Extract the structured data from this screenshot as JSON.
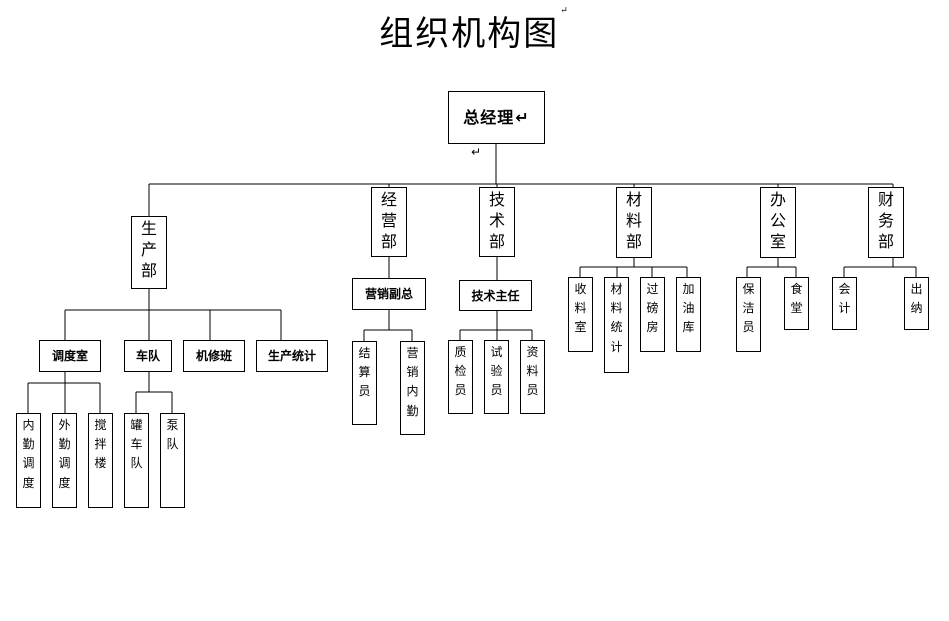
{
  "title": "组织机构图",
  "ceo": "总经理",
  "para_mark": "↵",
  "departments": {
    "production": "生产部",
    "sales": "经营部",
    "tech": "技术部",
    "materials": "材料部",
    "office": "办公室",
    "finance": "财务部"
  },
  "sub_units": {
    "dispatch": "调度室",
    "fleet": "车队",
    "repair": "机修班",
    "prod_stats": "生产统计",
    "sales_vp": "营销副总",
    "tech_lead": "技术主任"
  },
  "leaves": {
    "inner_dispatch": "内勤调度",
    "outer_dispatch": "外勤调度",
    "mixing_tower": "搅拌楼",
    "tanker_team": "罐车队",
    "pump_team": "泵队",
    "settlement": "结算员",
    "sales_clerk": "营销内勤",
    "quality": "质检员",
    "test": "试验员",
    "records": "资料员",
    "receiving": "收料室",
    "mat_stats": "材料统计",
    "weighbridge": "过磅房",
    "fuel_depot": "加油库",
    "cleaner": "保洁员",
    "canteen": "食堂",
    "accountant": "会计",
    "cashier": "出纳"
  }
}
